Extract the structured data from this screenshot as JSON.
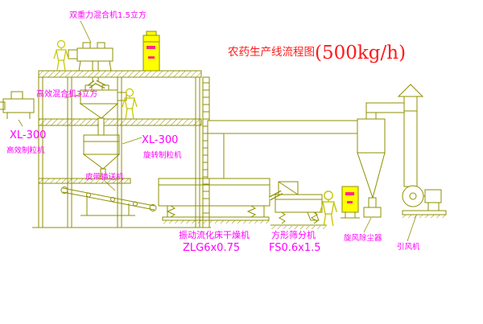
{
  "title": {
    "name": "农药生产线流程图",
    "capacity": "(500kg/h)"
  },
  "labels": {
    "mixer_top": "双重力混合机1.5立方",
    "mixer_mid": "高效混合机3立方",
    "granulator_left": {
      "model": "XL-300",
      "name": "高效制粒机"
    },
    "granulator_right": {
      "model": "XL-300",
      "name": "旋转制粒机"
    },
    "belt_conveyor": "皮带输送机",
    "dryer": {
      "name": "振动流化床干燥机",
      "model": "ZLG6x0.75"
    },
    "sieve": {
      "name": "方形筛分机",
      "model": "FS0.6x1.5"
    },
    "cyclone": "旋风除尘器",
    "fan": "引风机"
  },
  "colors": {
    "line": "#8f8f00",
    "figure": "#c6c600",
    "panel_fill": "#ffff00",
    "label": "#ff00ff",
    "title": "#ff1a1a",
    "background": "#ffffff"
  }
}
